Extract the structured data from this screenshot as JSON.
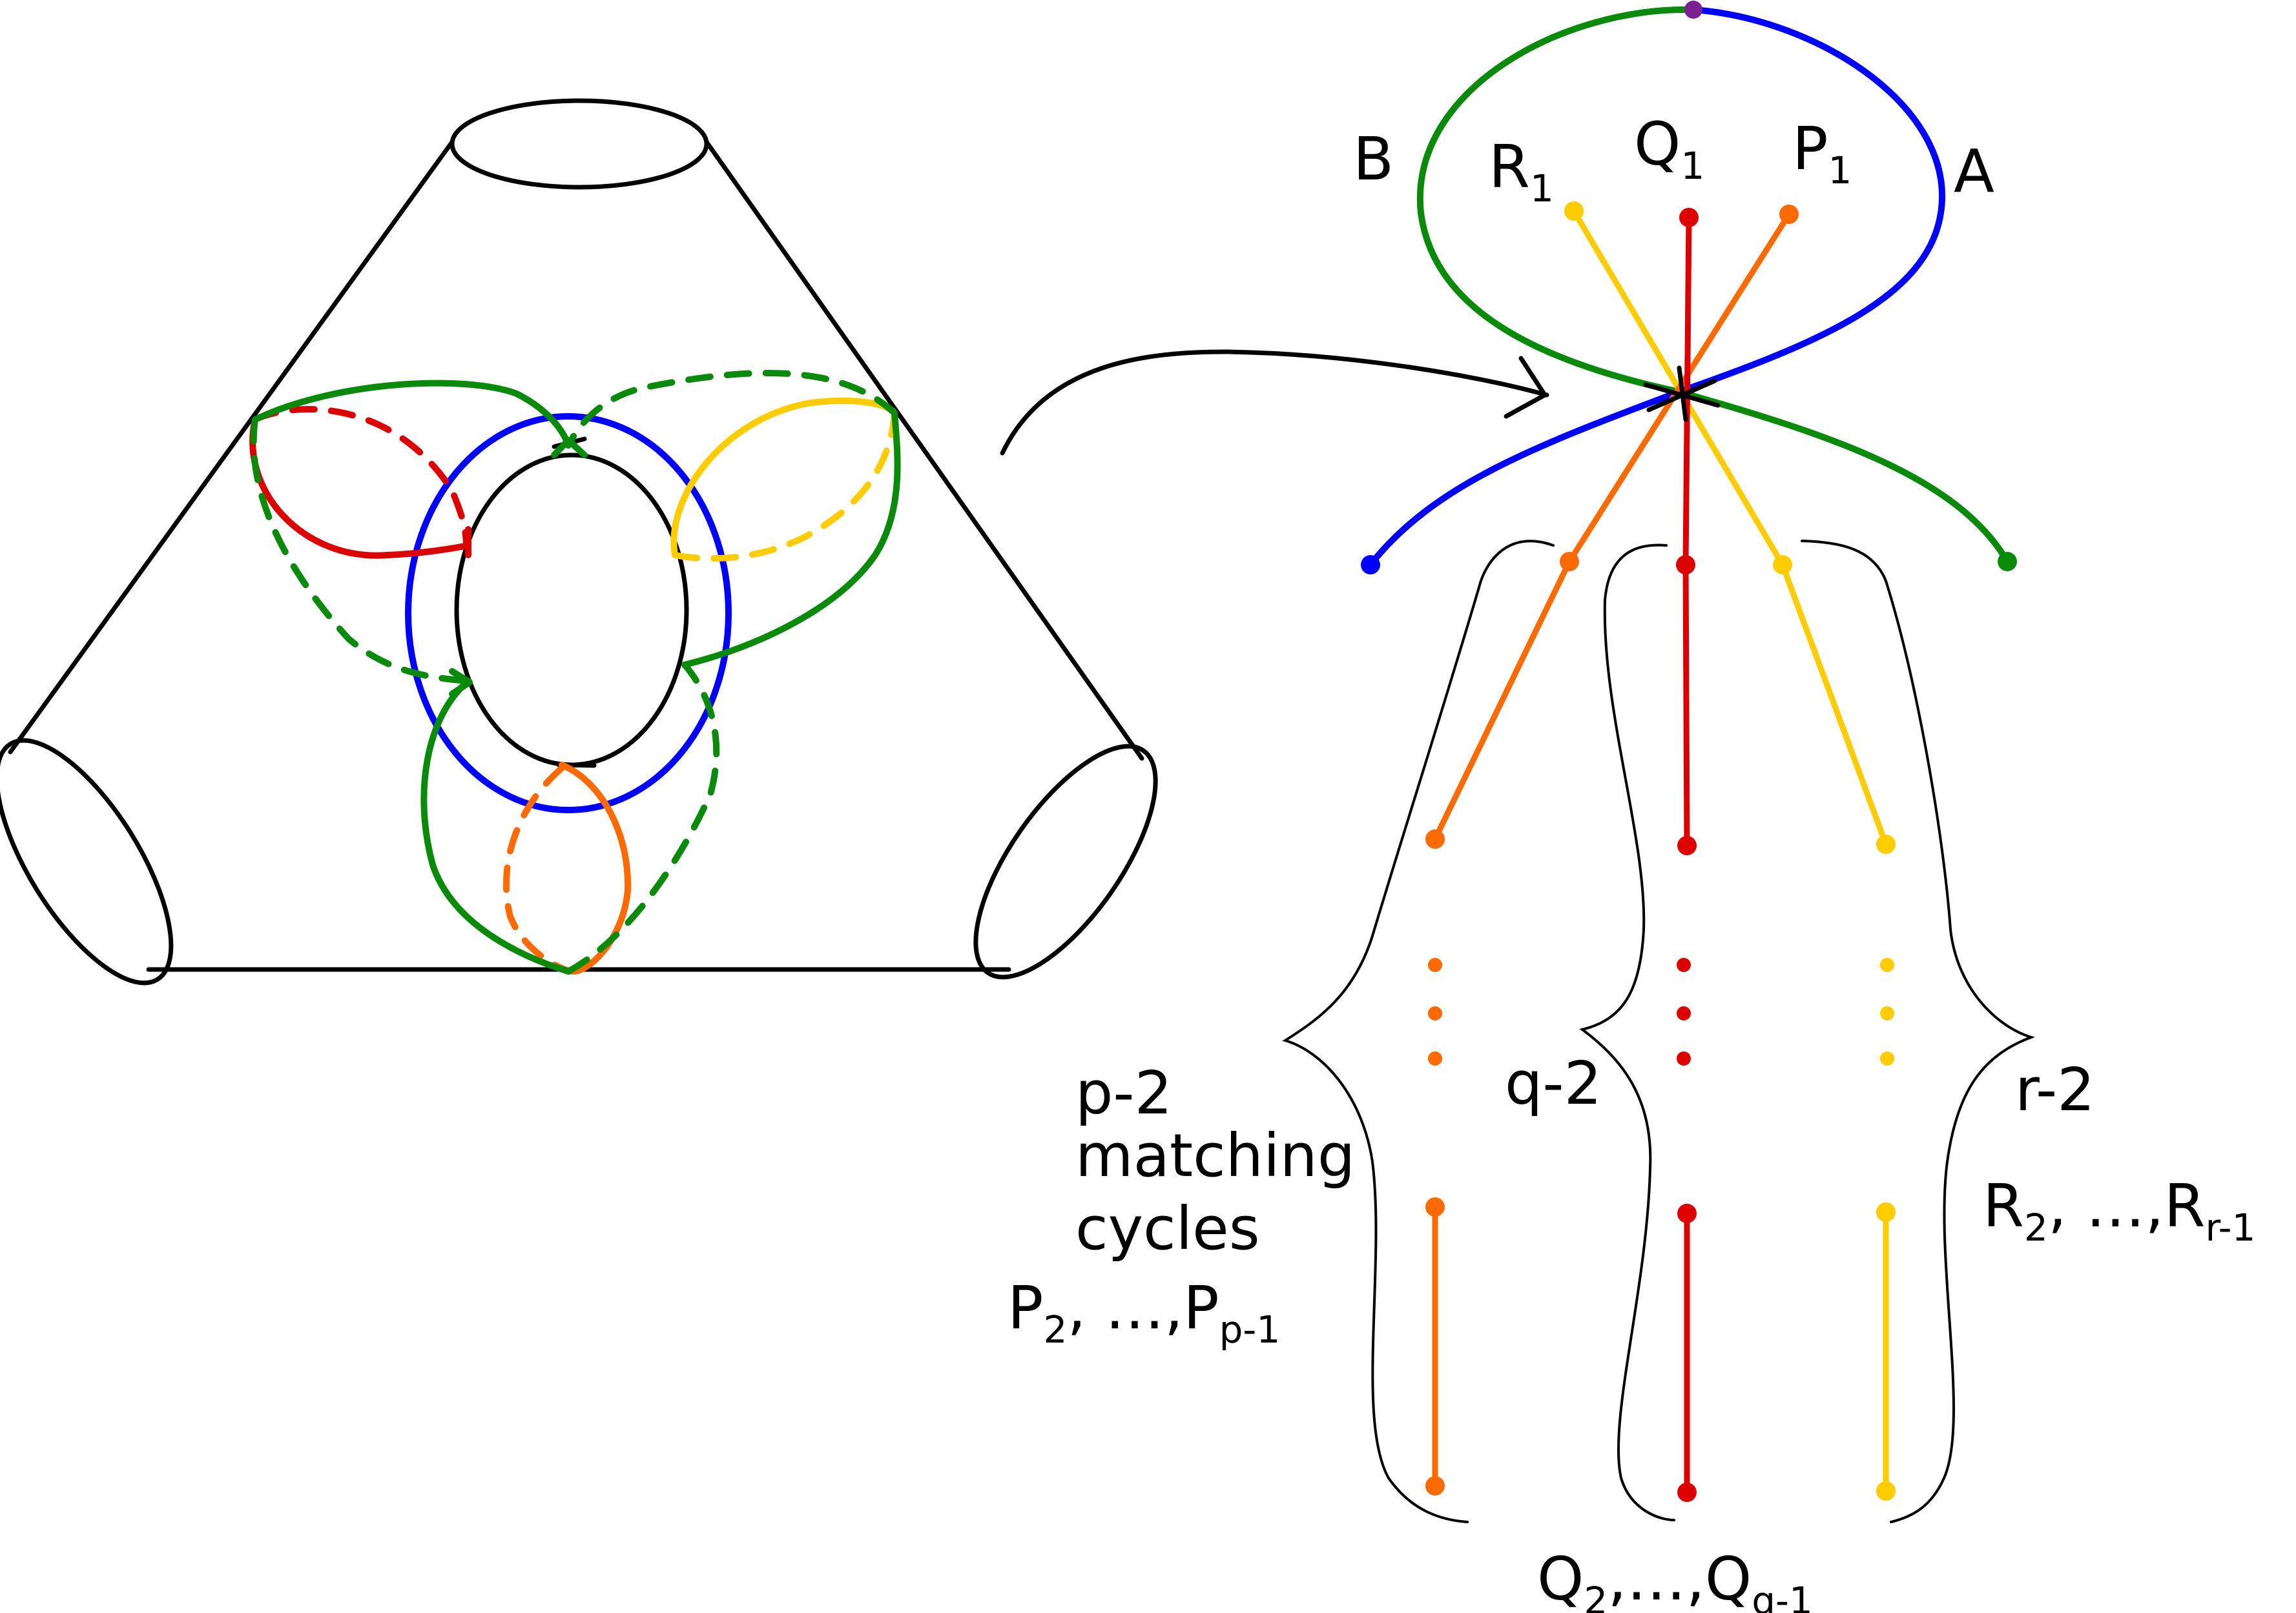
{
  "colors": {
    "surface": "#000000",
    "blue": "#0000ff",
    "green": "#0a8a0a",
    "red": "#dd0000",
    "orange": "#ff6a00",
    "yellow": "#ffcc00",
    "purple": "#7a2090"
  },
  "labels": {
    "A": "A",
    "B": "B",
    "R1": {
      "main": "R",
      "sub": "1"
    },
    "Q1": {
      "main": "Q",
      "sub": "1"
    },
    "P1": {
      "main": "P",
      "sub": "1"
    },
    "p_count": "p-2",
    "p_line2": "matching",
    "p_line3": "cycles",
    "p_range": {
      "a": "P",
      "a_sub": "2",
      "mid": ", …,P",
      "b_sub": "p-1"
    },
    "q_count": "q-2",
    "q_range": {
      "a": "Q",
      "a_sub": "2",
      "mid": ",…,Q",
      "b_sub": "q-1"
    },
    "r_count": "r-2",
    "r_range": {
      "a": "R",
      "a_sub": "2",
      "mid": ", …,R",
      "b_sub": "r-1"
    }
  }
}
